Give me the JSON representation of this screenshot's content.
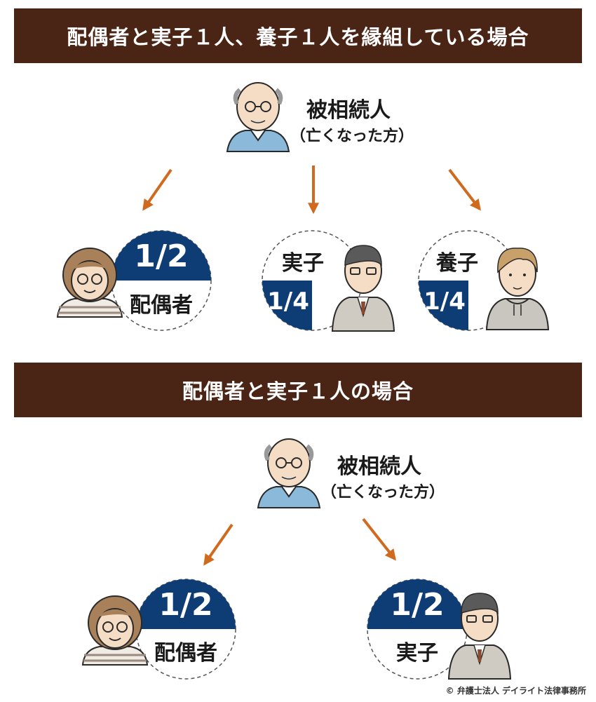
{
  "section1": {
    "title": "配偶者と実子１人、養子１人を縁組している場合",
    "decedent": {
      "name": "被相続人",
      "note": "（亡くなった方）"
    },
    "heirs": [
      {
        "role": "配偶者",
        "share": "1/2"
      },
      {
        "role": "実子",
        "share": "1/4"
      },
      {
        "role": "養子",
        "share": "1/4"
      }
    ]
  },
  "section2": {
    "title": "配偶者と実子１人の場合",
    "decedent": {
      "name": "被相続人",
      "note": "（亡くなった方）"
    },
    "heirs": [
      {
        "role": "配偶者",
        "share": "1/2"
      },
      {
        "role": "実子",
        "share": "1/2"
      }
    ]
  },
  "footer": {
    "copyright": "© 弁護士法人 デイライト法律事務所"
  },
  "colors": {
    "banner": "#4a2414",
    "navy": "#0e3c75",
    "arrow": "#d06a1e",
    "skin": "#f5dcc4",
    "shirt": "#8ab9da"
  }
}
